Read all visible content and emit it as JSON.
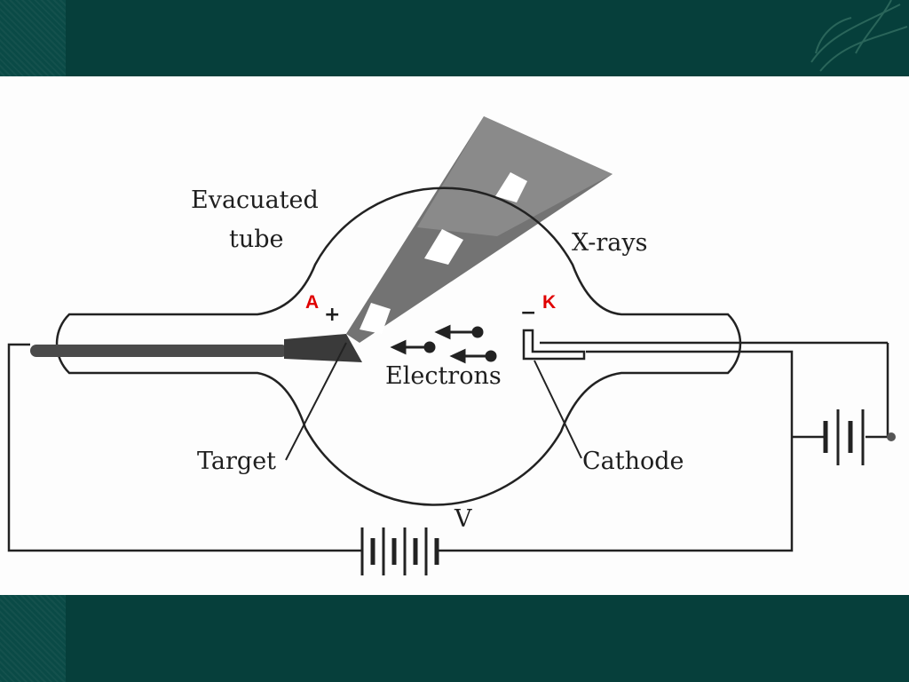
{
  "theme": {
    "background": "#063f3b",
    "panel": "#fdfdfd",
    "accent_label": "#e00000"
  },
  "diagram": {
    "labels": {
      "evacuated_tube_line1": "Evacuated",
      "evacuated_tube_line2": "tube",
      "xrays": "X-rays",
      "electrons": "Electrons",
      "target": "Target",
      "cathode": "Cathode",
      "voltage": "V"
    },
    "electrode_labels": {
      "anode": "A",
      "cathode": "K"
    },
    "polarity": {
      "anode_sign": "+",
      "cathode_sign": "−"
    }
  }
}
